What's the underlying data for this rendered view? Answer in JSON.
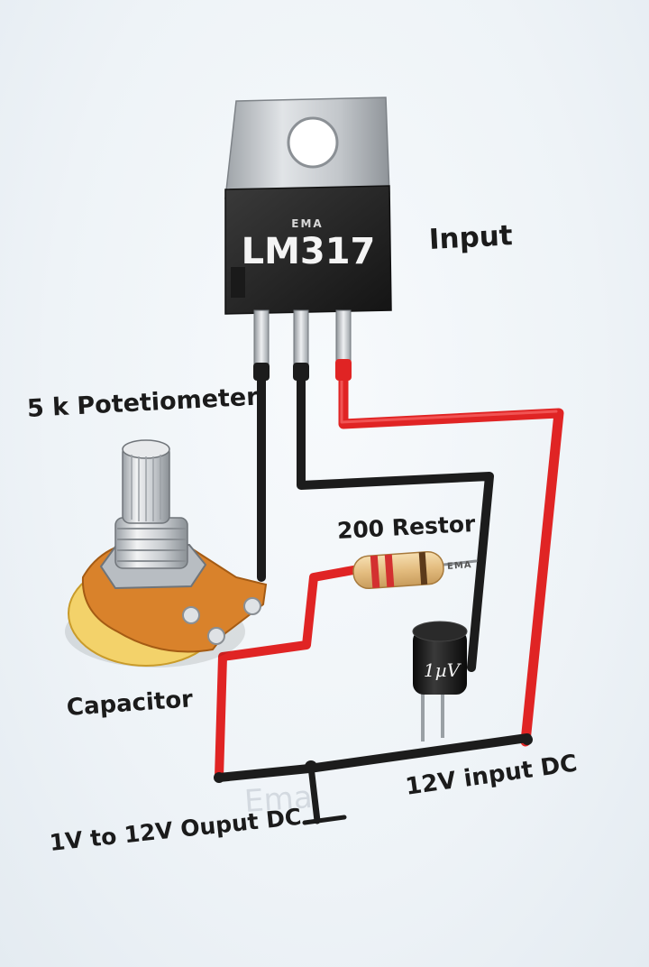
{
  "regulator": {
    "brand": "EMA",
    "part": "LM317"
  },
  "labels": {
    "input": "Input",
    "potentiometer": "5 k Potetiometer",
    "resistor": "200 Restor",
    "capacitor_label": "Capacitor",
    "input_dc": "12V input DC",
    "output_dc": "1V to 12V Ouput DC"
  },
  "resistor_brand": "EMA",
  "capacitor_value": "1µV",
  "watermark": "Ema",
  "colors": {
    "wire_red": "#e02424",
    "wire_black": "#1c1c1c",
    "regulator_body": "#2b2b2b",
    "heatsink": "#bfc3c7",
    "pot_body": "#d9822b",
    "resistor_body": "#e8c48a"
  }
}
